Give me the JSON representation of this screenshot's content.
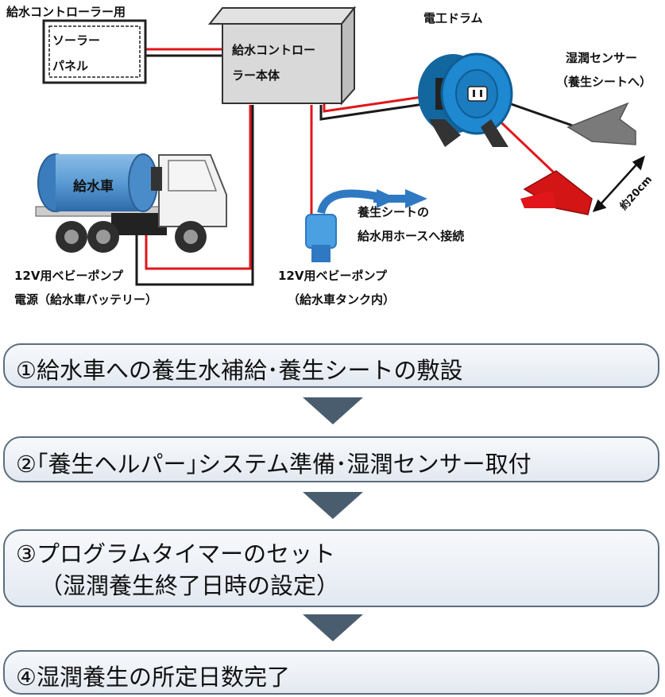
{
  "diagram": {
    "solar_caption": "給水コントローラー用",
    "solar_panel_line1": "ソーラー",
    "solar_panel_line2": "パネル",
    "controller_line1": "給水コントロー",
    "controller_line2": "ラー本体",
    "reel_label": "電工ドラム",
    "sensor_label_line1": "湿潤センサー",
    "sensor_label_line2": "（養生シートへ）",
    "distance_label": "約20cm",
    "truck_label": "給水車",
    "hose_label_line1": "養生シートの",
    "hose_label_line2": "給水用ホースへ接続",
    "pump_power_line1": "12V用ベビーポンプ",
    "pump_power_line2": "電源（給水車バッテリー）",
    "pump_label_line1": "12V用ベビーポンプ",
    "pump_label_line2": "（給水車タンク内）"
  },
  "steps": [
    {
      "text": "①給水車への養生水補給･養生シートの敷設"
    },
    {
      "text": "②｢養生ヘルパー｣システム準備･湿潤センサー取付"
    },
    {
      "text": "③プログラムタイマーのセット",
      "text2": "（湿潤養生終了日時の設定）"
    },
    {
      "text": "④湿潤養生の所定日数完了"
    }
  ],
  "colors": {
    "wire_red": "#e0161b",
    "wire_black": "#1a1a1a",
    "reel_blue": "#1e88d0",
    "tank_blue": "#5a9bd4",
    "step_border": "#5c6e7e",
    "arrow": "#4a5d6e"
  }
}
